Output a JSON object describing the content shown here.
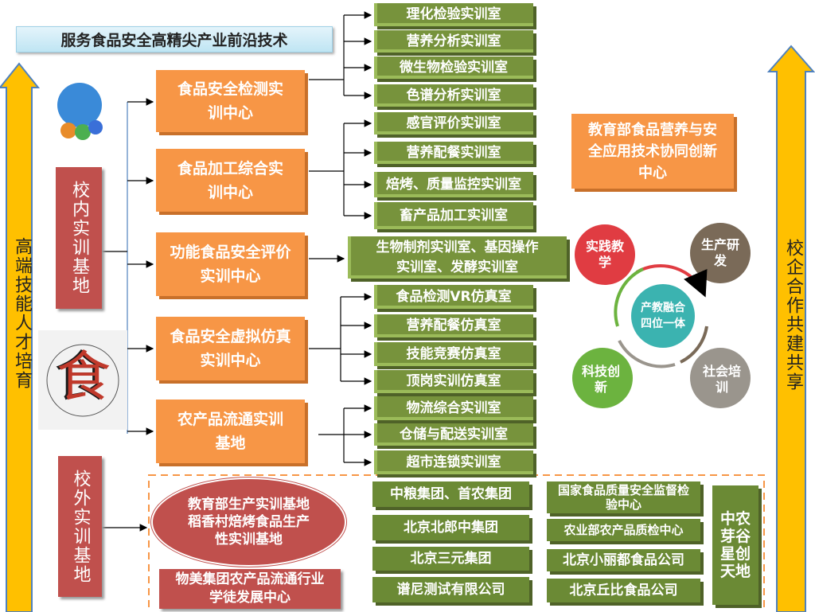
{
  "title": "服务食品安全高精尖产业前沿技术",
  "left_arrow": "高端技能人才培育",
  "right_arrow": "校企合作共建共享",
  "inner_base": "校内实训基地",
  "outer_base": "校外实训基地",
  "logo_text": "食",
  "centers": [
    {
      "label": "食品安全检测实训中心",
      "rooms": [
        "理化检验实训室",
        "营养分析实训室",
        "微生物检验实训室",
        "色谱分析实训室"
      ]
    },
    {
      "label": "食品加工综合实训中心",
      "rooms": [
        "感官评价实训室",
        "营养配餐实训室",
        "焙烤、质量监控实训室",
        "畜产品加工实训室"
      ]
    },
    {
      "label": "功能食品安全评价实训中心",
      "rooms": [
        "生物制剂实训室、基因操作实训室、发酵实训室"
      ]
    },
    {
      "label": "食品安全虚拟仿真实训中心",
      "rooms": [
        "食品检测VR仿真室",
        "营养配餐仿真室",
        "技能竞赛仿真室",
        "顶岗实训仿真室"
      ]
    },
    {
      "label": "农产品流通实训基地",
      "rooms": [
        "物流综合实训室",
        "仓储与配送实训室",
        "超市连锁实训室"
      ]
    }
  ],
  "ministry_center": "教育部食品营养与安全应用技术协同创新中心",
  "cycle": {
    "center": "产教融合四位一体",
    "items": [
      "实践教学",
      "生产研发",
      "社会培训",
      "科技创新"
    ]
  },
  "outer": {
    "ellipse": "教育部生产实训基地稻香村焙烤食品生产性实训基地",
    "wumei": "物美集团农产品流通行业学徒发展中心",
    "col1": [
      "中粮集团、首农集团",
      "北京北郎中集团",
      "北京三元集团",
      "谱尼测试有限公司"
    ],
    "col2": [
      "国家食品质量安全监督检验中心",
      "农业部农产品质检中心",
      "北京小丽都食品公司",
      "北京丘比食品公司"
    ],
    "zhongnong": "中农芽谷星创天地"
  }
}
